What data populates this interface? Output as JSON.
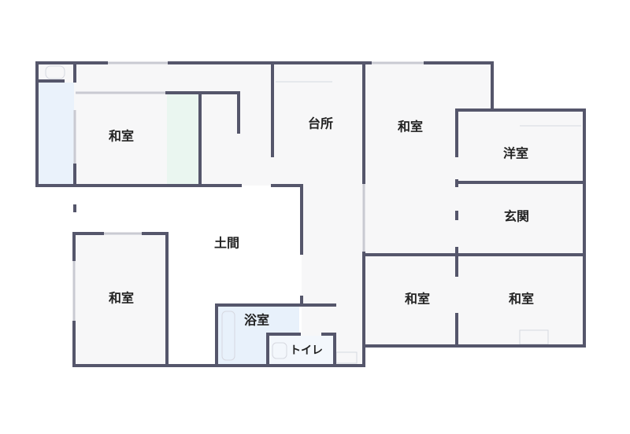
{
  "floor_plan": {
    "rooms": [
      {
        "id": "washitsu-nw",
        "label": "和室"
      },
      {
        "id": "kitchen",
        "label": "台所"
      },
      {
        "id": "washitsu-ne",
        "label": "和室"
      },
      {
        "id": "youshitsu",
        "label": "洋室"
      },
      {
        "id": "genkan",
        "label": "玄関"
      },
      {
        "id": "doma",
        "label": "土間"
      },
      {
        "id": "washitsu-sw",
        "label": "和室"
      },
      {
        "id": "washitsu-s",
        "label": "和室"
      },
      {
        "id": "washitsu-se",
        "label": "和室"
      },
      {
        "id": "bathroom",
        "label": "浴室"
      },
      {
        "id": "toilet",
        "label": "トイレ"
      }
    ],
    "colors": {
      "wall": "#55566b",
      "floor": "#f7f7f8",
      "closet": "#eaf2fb",
      "storage": "#eaf6f0",
      "bath": "#e8f1fb"
    }
  }
}
